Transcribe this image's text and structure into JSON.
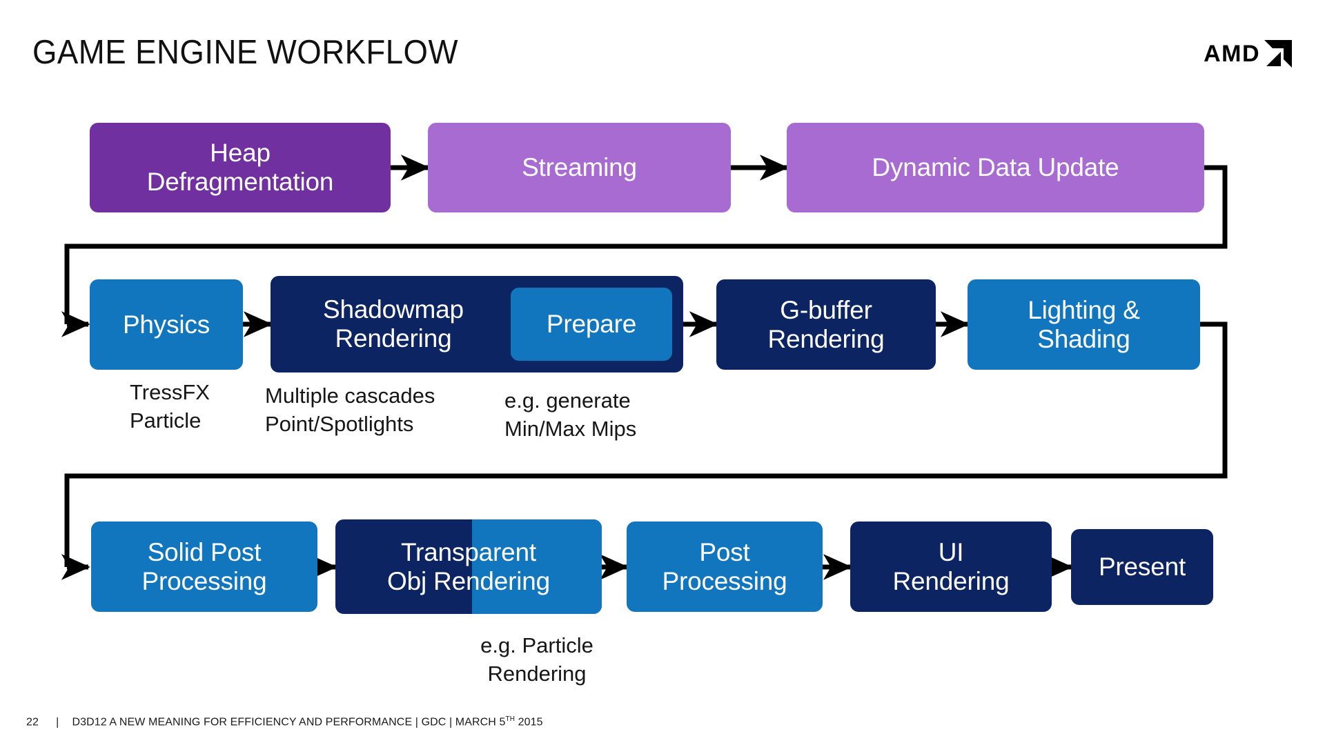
{
  "slide": {
    "title": "GAME ENGINE WORKFLOW",
    "page_number": "22",
    "footer_separator": "|",
    "footer_text_before_sup": "D3D12 A NEW MEANING FOR EFFICIENCY AND PERFORMANCE | GDC | MARCH 5",
    "footer_sup": "TH",
    "footer_text_after_sup": " 2015"
  },
  "logo": {
    "wordmark": "AMD",
    "mark_name": "amd-arrow-mark",
    "color": "#000000"
  },
  "colors": {
    "purple_dark": "#7030A0",
    "purple_light": "#A86BD1",
    "blue_medium": "#1176BD",
    "navy_dark": "#0C2461",
    "text_on_box": "#FFFFFF",
    "connector": "#000000",
    "background": "#FFFFFF"
  },
  "rows": [
    {
      "name": "cpu-frame-setup-row",
      "nodes": [
        {
          "id": "heap-defragmentation",
          "label": "Heap\nDefragmentation",
          "color": "purple_dark"
        },
        {
          "id": "streaming",
          "label": "Streaming",
          "color": "purple_light"
        },
        {
          "id": "dynamic-data-update",
          "label": "Dynamic Data Update",
          "color": "purple_light"
        }
      ]
    },
    {
      "name": "scene-rendering-row",
      "nodes": [
        {
          "id": "physics",
          "label": "Physics",
          "color": "blue_medium"
        },
        {
          "id": "shadowmap-rendering",
          "label": "Shadowmap\nRendering",
          "color": "navy_dark",
          "nested": {
            "id": "prepare",
            "label": "Prepare",
            "color": "blue_medium"
          }
        },
        {
          "id": "g-buffer-rendering",
          "label": "G-buffer\nRendering",
          "color": "navy_dark"
        },
        {
          "id": "lighting-and-shading",
          "label": "Lighting &\nShading",
          "color": "blue_medium"
        }
      ]
    },
    {
      "name": "post-and-present-row",
      "nodes": [
        {
          "id": "solid-post-processing",
          "label": "Solid Post\nProcessing",
          "color": "blue_medium"
        },
        {
          "id": "transparent-obj-rendering",
          "label": "Transparent\nObj Rendering",
          "color": "navy_dark",
          "overlay": {
            "id": "transparent-overlay",
            "color": "blue_medium"
          }
        },
        {
          "id": "post-processing",
          "label": "Post\nProcessing",
          "color": "blue_medium"
        },
        {
          "id": "ui-rendering",
          "label": "UI\nRendering",
          "color": "navy_dark"
        },
        {
          "id": "present",
          "label": "Present",
          "color": "navy_dark"
        }
      ]
    }
  ],
  "annotations": [
    {
      "id": "physics-note",
      "text": "TressFX\nParticle"
    },
    {
      "id": "shadowmap-note",
      "text": "Multiple cascades\nPoint/Spotlights"
    },
    {
      "id": "prepare-note",
      "text": "e.g. generate\nMin/Max Mips"
    },
    {
      "id": "transparent-obj-note",
      "text": "e.g. Particle\nRendering"
    }
  ]
}
